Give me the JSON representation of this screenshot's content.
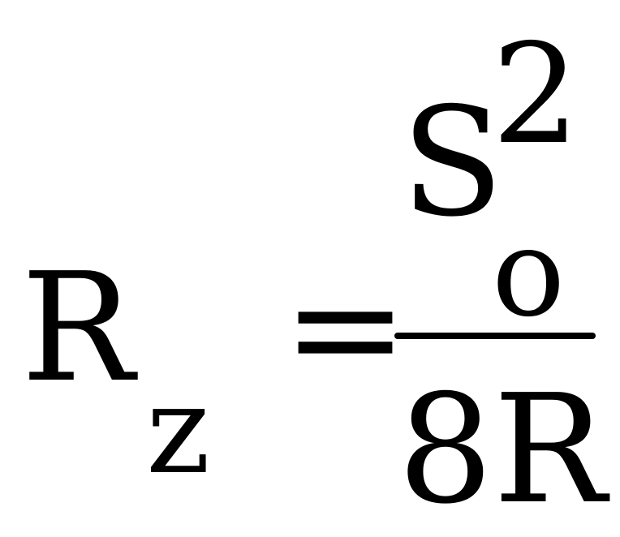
{
  "formula": {
    "lhs_symbol": "R",
    "lhs_subscript": "z",
    "equals": "=",
    "numerator_base": "S",
    "numerator_superscript": "2",
    "numerator_subscript": "o",
    "denominator": "8R"
  }
}
